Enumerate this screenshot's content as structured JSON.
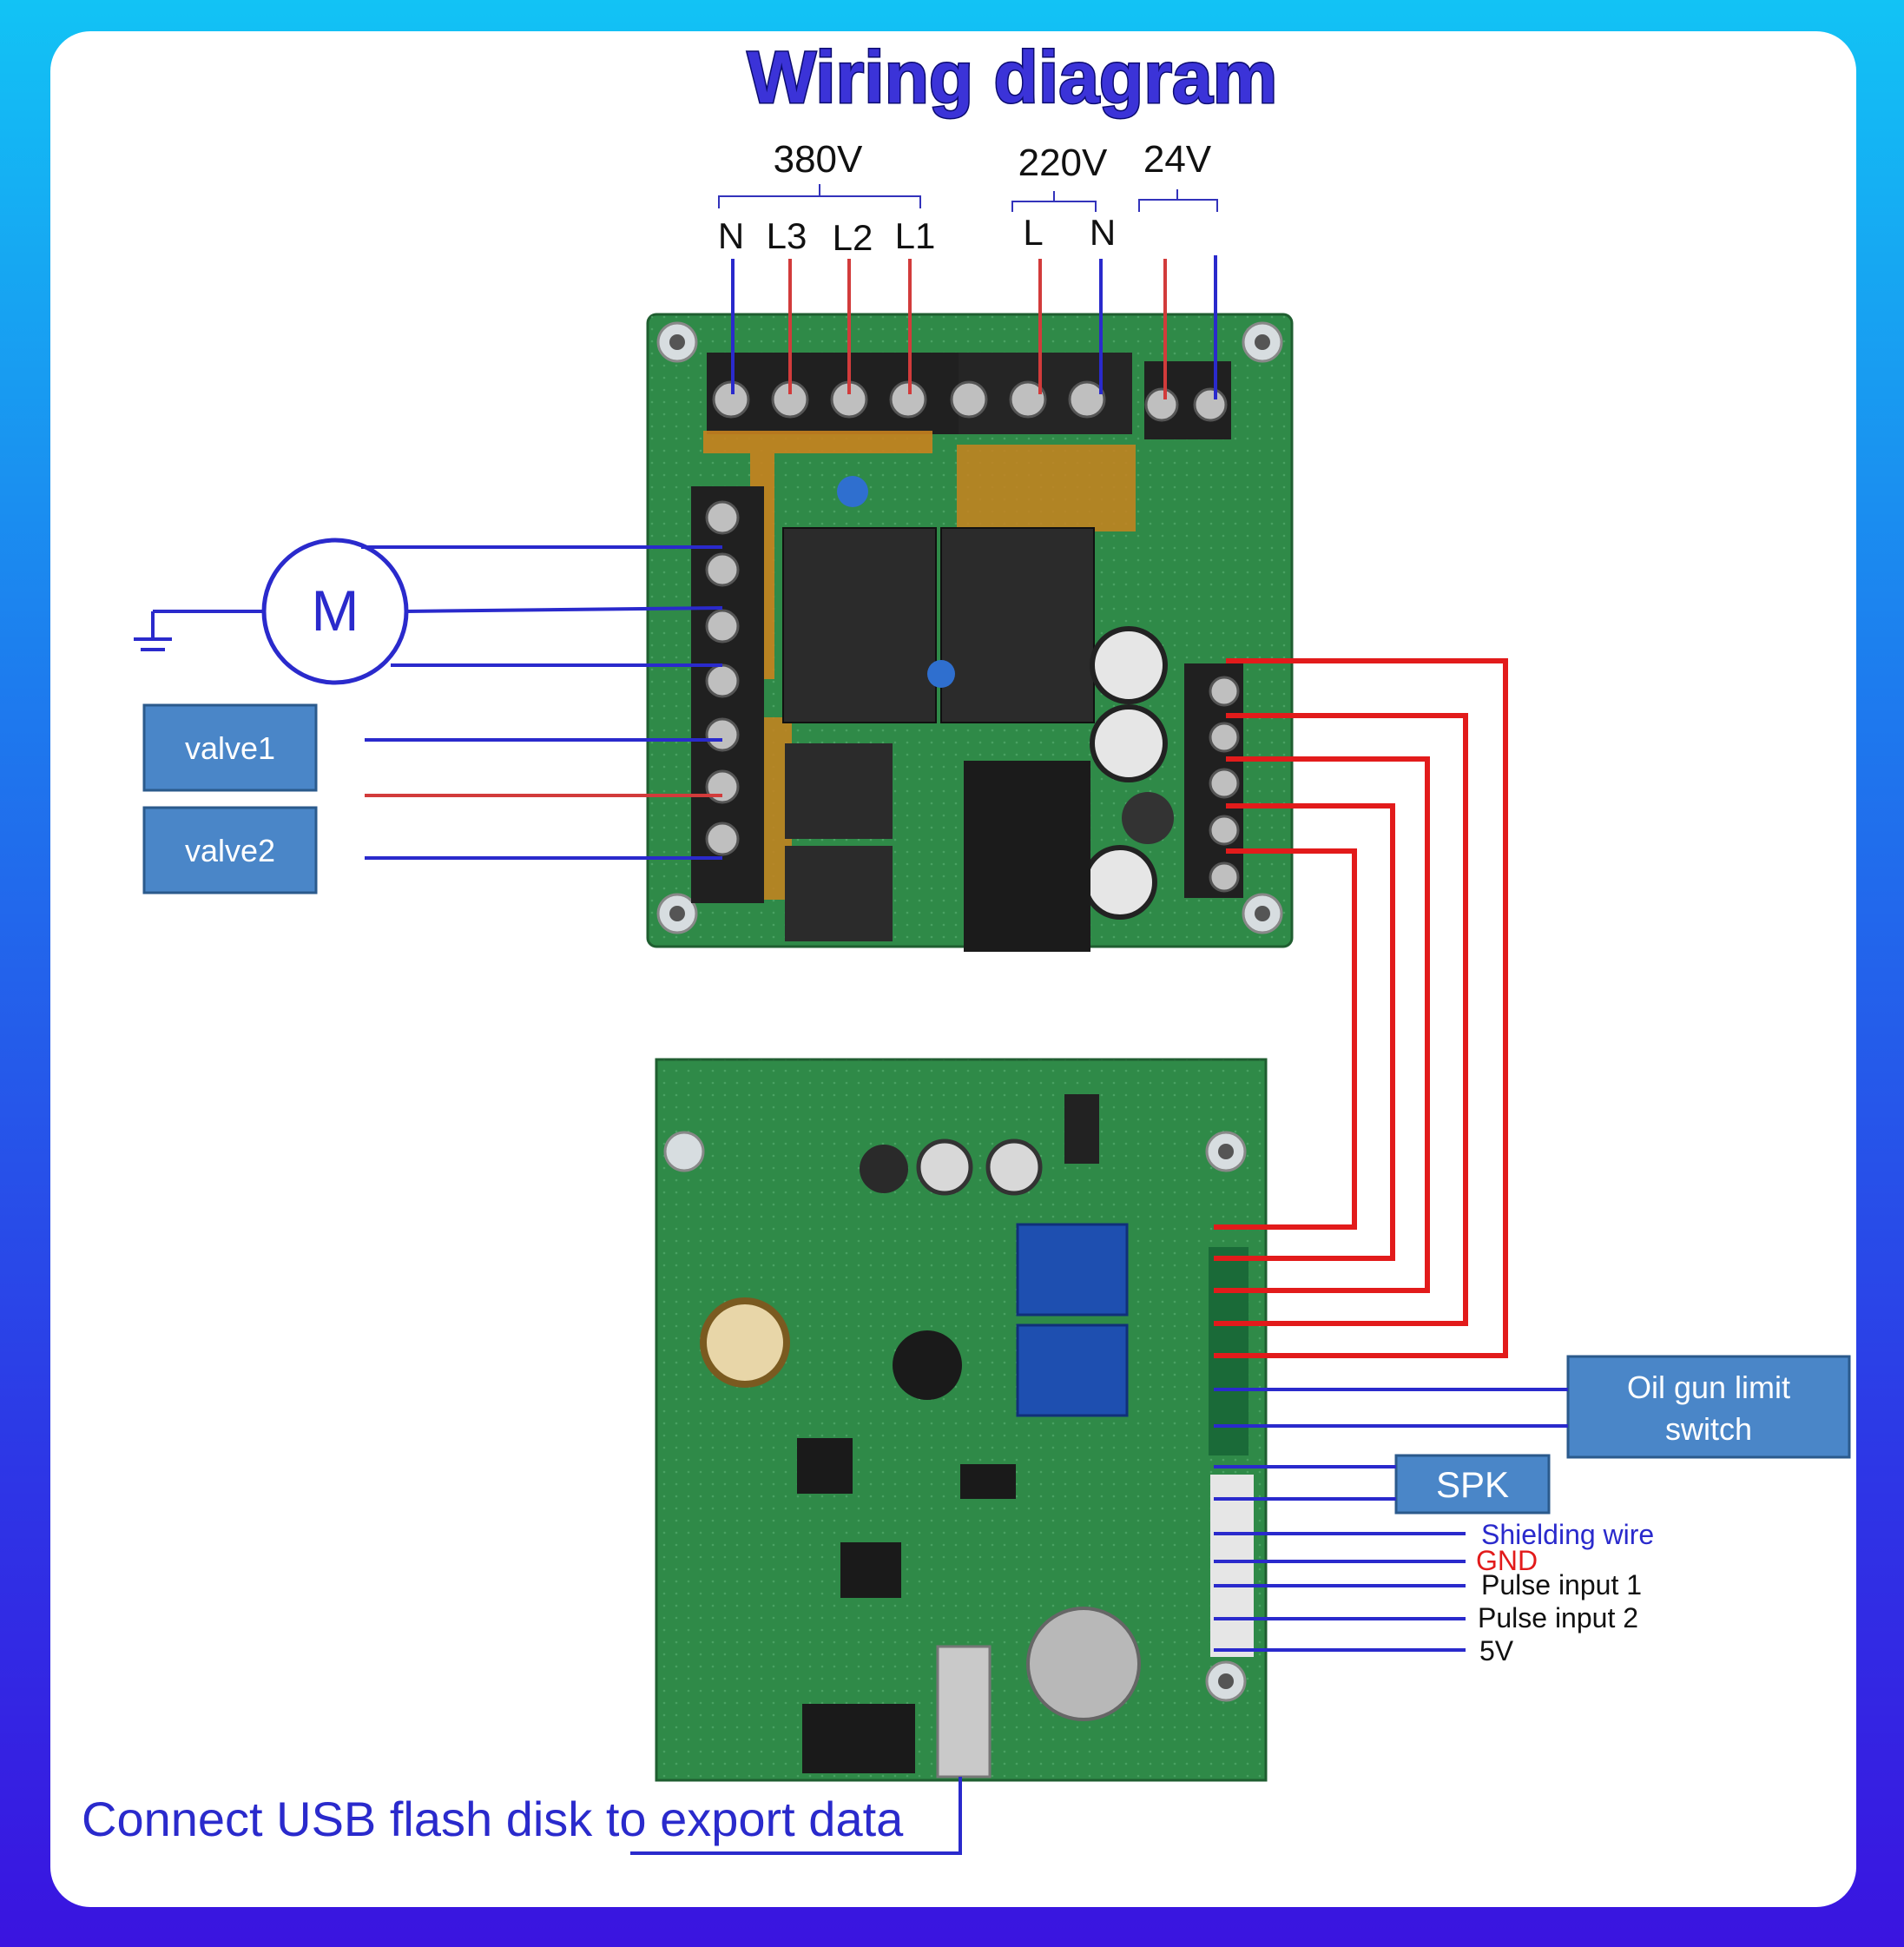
{
  "title": "Wiring diagram",
  "power": {
    "v380": {
      "label": "380V",
      "terminals": [
        "N",
        "L3",
        "L2",
        "L1"
      ]
    },
    "v220": {
      "label": "220V",
      "terminals": [
        "L",
        "N"
      ]
    },
    "v24": {
      "label": "24V"
    }
  },
  "motor": {
    "label": "M"
  },
  "valves": [
    "valve1",
    "valve2"
  ],
  "oil_gun": {
    "label": "Oil gun limit switch",
    "line1": "Oil gun limit",
    "line2": "switch"
  },
  "spk": {
    "label": "SPK"
  },
  "signals": [
    "Shielding wire",
    "GND",
    "Pulse input 1",
    "Pulse input 2",
    "5V"
  ],
  "usb_note": "Connect USB flash disk to export data",
  "colors": {
    "background_top": "#12c3f5",
    "background_bottom": "#3a14e0",
    "blue_wire": "#2a2acc",
    "red_wire": "#e21b1b",
    "label_box": "#4a86c8",
    "pcb_green": "#2f8a48",
    "title": "#3b33d8"
  }
}
